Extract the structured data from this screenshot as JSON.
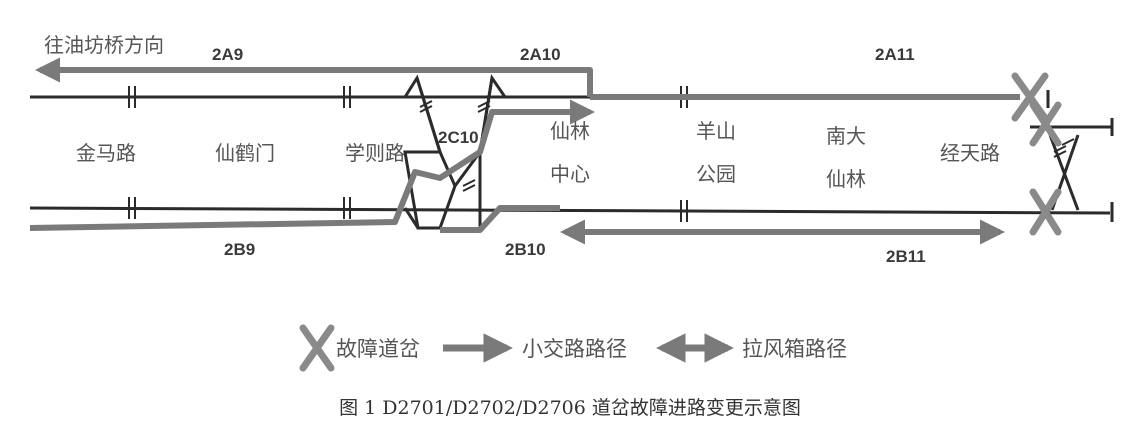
{
  "direction_label": "往油坊桥方向",
  "sections": {
    "a9": "2A9",
    "a10": "2A10",
    "a11": "2A11",
    "c10": "2C10",
    "b9": "2B9",
    "b10": "2B10",
    "b11": "2B11"
  },
  "stations": {
    "jinmalu": "金马路",
    "xianhemen": "仙鹤门",
    "xuezelu": "学则路",
    "xianlin_center": [
      "仙林",
      "中心"
    ],
    "yangshan_park": [
      "羊山",
      "公园"
    ],
    "nanda_xianlin": [
      "南大",
      "仙林"
    ],
    "jingtianlu": "经天路"
  },
  "legend": {
    "faulty_switch": "故障道岔",
    "short_route": "小交路路径",
    "pull_route": "拉风箱路径"
  },
  "caption": "图 1 D2701/D2702/D2706 道岔故障进路变更示意图",
  "colors": {
    "track": "#2b2b2b",
    "route": "#7a7a7a",
    "fault_mark": "#8a8a8a"
  }
}
